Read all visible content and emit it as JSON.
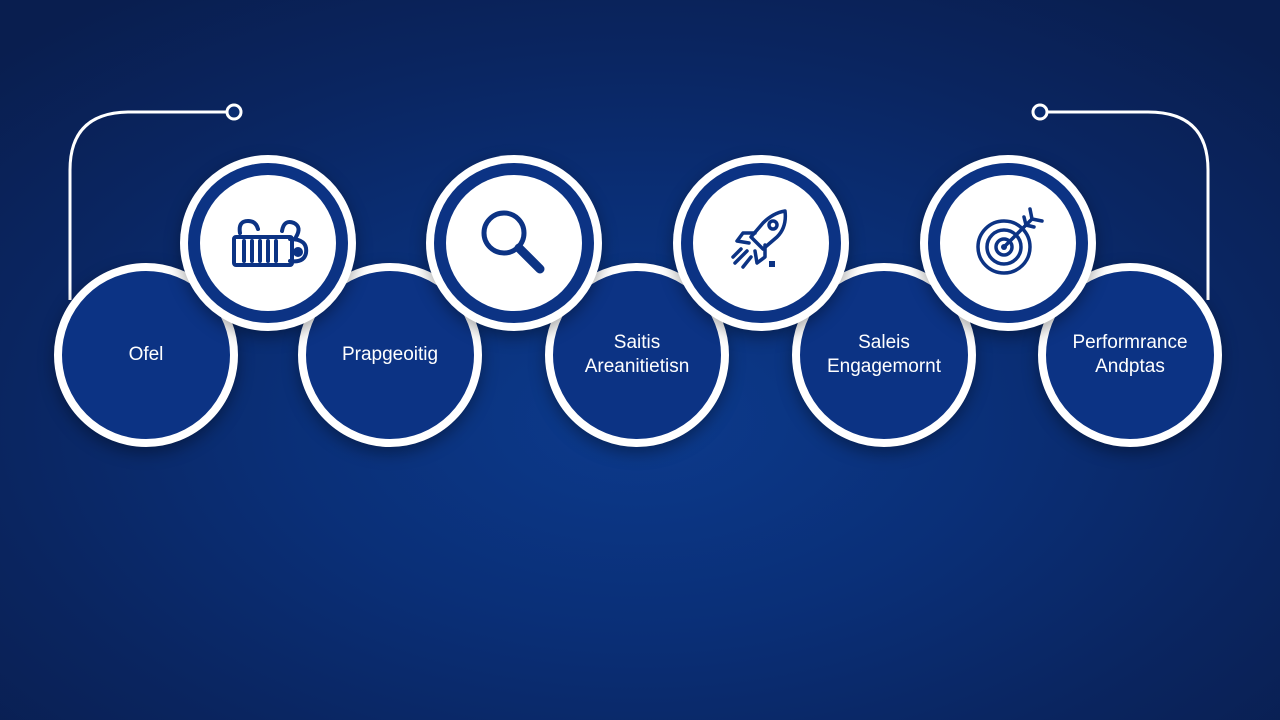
{
  "colors": {
    "background": "#0a2c70",
    "circle_fill": "#0c3384",
    "ring": "#ffffff",
    "icon_stroke": "#0c3384"
  },
  "steps": [
    {
      "label": "Ofel"
    },
    {
      "label": "Prapgeoitig"
    },
    {
      "label": "Saitis\nAreanitietisn"
    },
    {
      "label": "Saleis\nEngagemornt"
    },
    {
      "label": "Performrance\nAndptas"
    }
  ],
  "icons": [
    {
      "name": "basket-icon"
    },
    {
      "name": "magnifier-icon"
    },
    {
      "name": "rocket-icon"
    },
    {
      "name": "target-icon"
    }
  ]
}
